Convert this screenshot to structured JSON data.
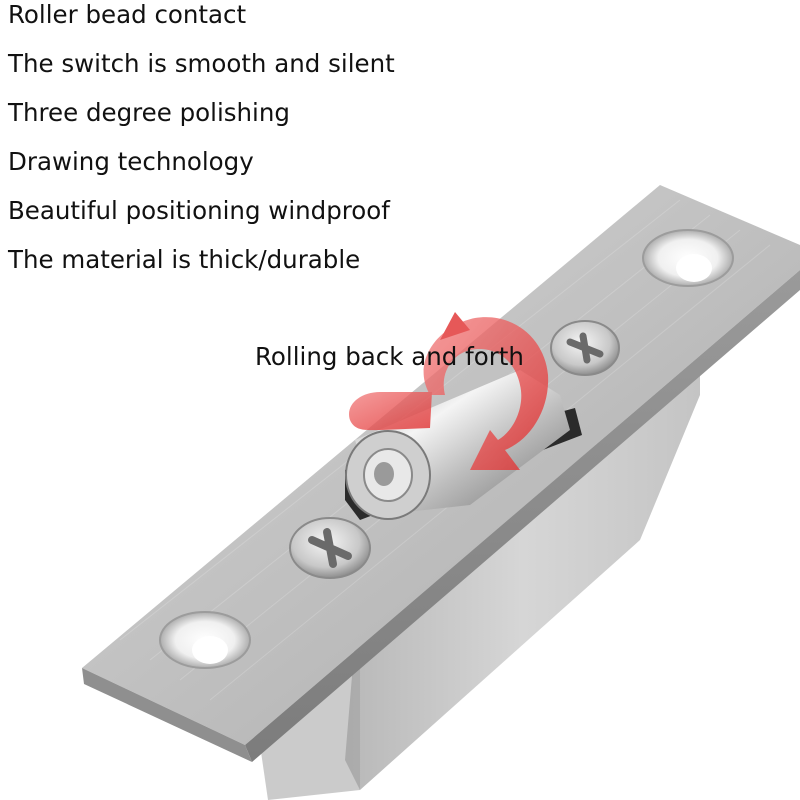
{
  "features": [
    "Roller bead contact",
    "The switch is smooth and silent",
    "Three degree polishing",
    "Drawing technology",
    "Beautiful positioning windproof",
    "The material is thick/durable"
  ],
  "caption": "Rolling back and forth",
  "colors": {
    "steel_light": "#e8e8e8",
    "steel_mid": "#bdbdbd",
    "steel_dark": "#8a8a8a",
    "arrow_red": "#e83a3a"
  }
}
